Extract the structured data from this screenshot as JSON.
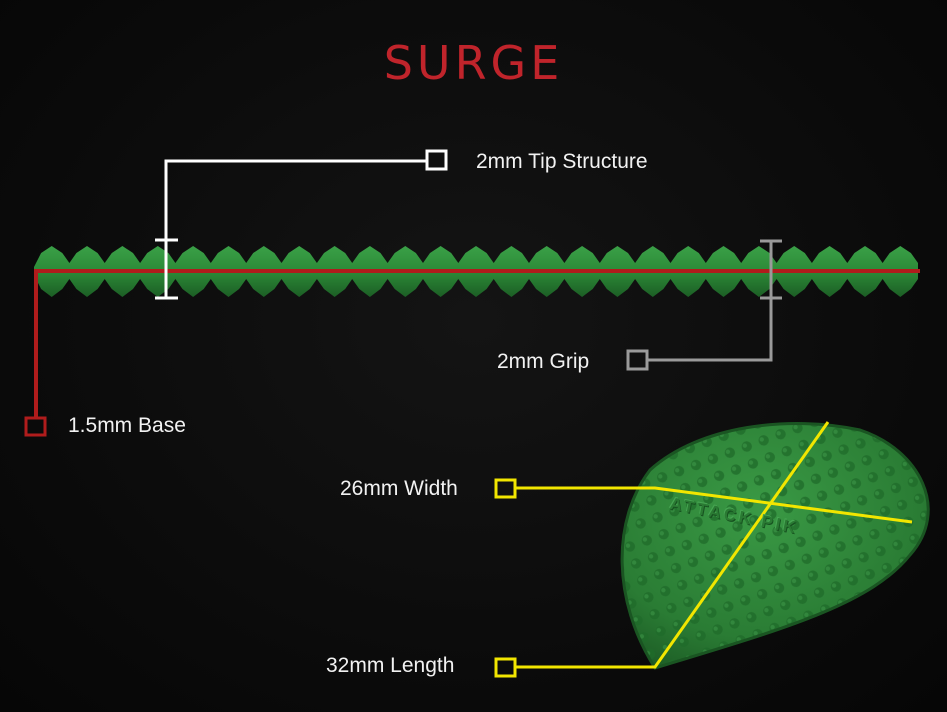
{
  "title": "SURGE",
  "labels": {
    "tip": "2mm Tip Structure",
    "grip": "2mm Grip",
    "base": "1.5mm Base",
    "width": "26mm Width",
    "length": "32mm Length"
  },
  "pick_logo_text": "ATTACK PIK",
  "colors": {
    "title": "#c0242b",
    "tip_callout": "#ffffff",
    "grip_callout": "#9a9a9a",
    "base_callout": "#b01c1c",
    "dimension_callout": "#f2e600",
    "pick_green": "#2f8a3a"
  }
}
